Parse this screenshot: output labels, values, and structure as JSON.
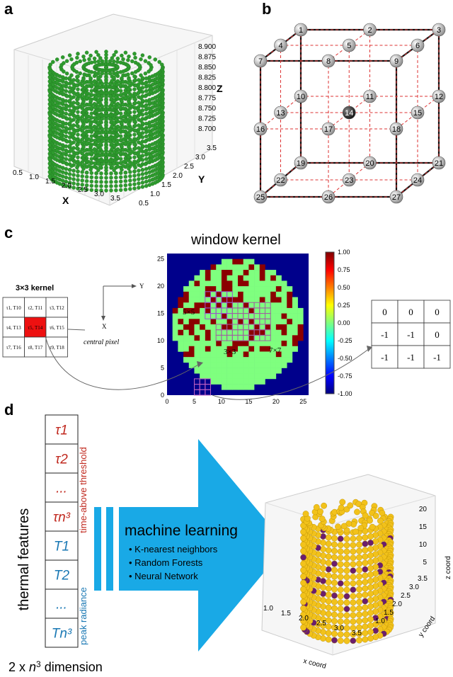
{
  "labels": {
    "a": "a",
    "b": "b",
    "c": "c",
    "d": "d"
  },
  "panel_a": {
    "x_ticks": [
      "0.5",
      "1.0",
      "1.5",
      "2.0",
      "2.5",
      "3.0",
      "3.5"
    ],
    "y_ticks": [
      "0.5",
      "1.0",
      "1.5",
      "2.0",
      "2.5",
      "3.0",
      "3.5"
    ],
    "z_ticks": [
      "8.700",
      "8.725",
      "8.750",
      "8.775",
      "8.800",
      "8.825",
      "8.850",
      "8.875",
      "8.900"
    ],
    "x_label": "X",
    "y_label": "Y",
    "z_label": "Z",
    "point_color": "#2e9b2e"
  },
  "panel_b": {
    "nodes": [
      "1",
      "2",
      "3",
      "4",
      "5",
      "6",
      "7",
      "8",
      "9",
      "10",
      "11",
      "12",
      "13",
      "14",
      "15",
      "16",
      "17",
      "18",
      "19",
      "20",
      "21",
      "22",
      "23",
      "24",
      "25",
      "26",
      "27"
    ],
    "center_node": "14"
  },
  "panel_c": {
    "title": "window kernel",
    "kernel_title": "3×3 kernel",
    "kernel_cells": [
      [
        "τ1, T10",
        "τ2, T11",
        "τ3, T12"
      ],
      [
        "τ4, T13",
        "τ5, T14",
        "τ6, T15"
      ],
      [
        "τ7, T16",
        "τ8, T17",
        "τ9, T18"
      ]
    ],
    "central_pixel": "central pixel",
    "axis_y": "Y",
    "axis_x": "X",
    "map_x_ticks": [
      "0",
      "5",
      "10",
      "15",
      "20",
      "25"
    ],
    "map_y_ticks": [
      "0",
      "5",
      "10",
      "15",
      "20",
      "25"
    ],
    "colorbar_ticks": [
      "1.00",
      "0.75",
      "0.50",
      "0.25",
      "0.00",
      "-0.25",
      "-0.50",
      "-0.75",
      "-1.00"
    ],
    "window_labels": [
      "5×5",
      "3×3",
      "7×7"
    ],
    "output_matrix": [
      [
        "0",
        "0",
        "0"
      ],
      [
        "-1",
        "-1",
        "0"
      ],
      [
        "-1",
        "-1",
        "-1"
      ]
    ]
  },
  "panel_d": {
    "vertical_label": "thermal features",
    "features": [
      "τ1",
      "τ2",
      "...",
      "τn³",
      "T1",
      "T2",
      "...",
      "Tn³"
    ],
    "red_group_label": "time-above threshold",
    "blue_group_label": "peak radiance",
    "dimension_label": "2 x n³ dimension",
    "ml_title": "machine learning",
    "ml_methods": [
      "K-nearest neighbors",
      "Random Forests",
      "Neural Network"
    ],
    "plot_x_ticks": [
      "1.0",
      "1.5",
      "2.0",
      "2.5",
      "3.0",
      "3.5"
    ],
    "plot_y_ticks": [
      "1.0",
      "1.5",
      "2.0",
      "2.5",
      "3.0",
      "3.5"
    ],
    "plot_z_ticks": [
      "5",
      "10",
      "15",
      "20"
    ],
    "x_label": "x coord",
    "y_label": "y coord",
    "z_label": "z coord",
    "colors": {
      "red": "#c0281e",
      "blue": "#1a78b4",
      "arrow": "#19a9e6",
      "yellow": "#f2c21b",
      "purple": "#6a1e6e"
    }
  }
}
